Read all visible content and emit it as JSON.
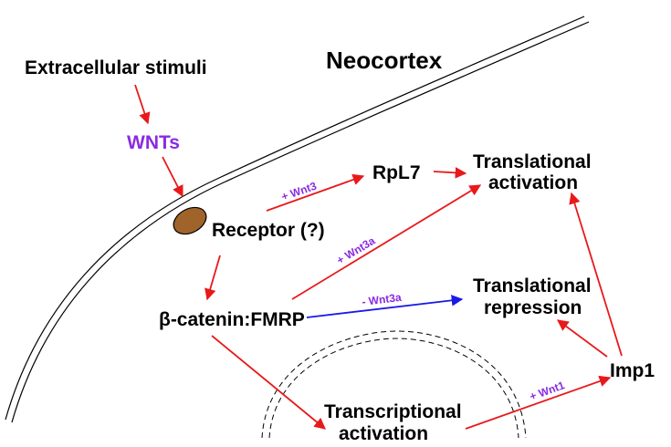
{
  "title": "Neocortex",
  "colors": {
    "activation_arrow": "#e8191b",
    "repression_arrow": "#1a1ae6",
    "wnt_text": "#8a2be2",
    "receptor_fill": "#a0632a",
    "node_text": "#000000"
  },
  "nodes": {
    "extracellular": "Extracellular stimuli",
    "wnts": "WNTs",
    "receptor": "Receptor (?)",
    "rpl7": "RpL7",
    "trans_act_1": "Translational",
    "trans_act_2": "activation",
    "beta_catenin": "β-catenin:FMRP",
    "trans_rep_1": "Translational",
    "trans_rep_2": "repression",
    "transcr_1": "Transcriptional",
    "transcr_2": "activation",
    "imp1": "Imp1"
  },
  "edge_labels": {
    "wnt3": "+ Wnt3",
    "wnt3a_plus": "+ Wnt3a",
    "wnt3a_minus": "- Wnt3a",
    "wnt1": "+ Wnt1"
  }
}
